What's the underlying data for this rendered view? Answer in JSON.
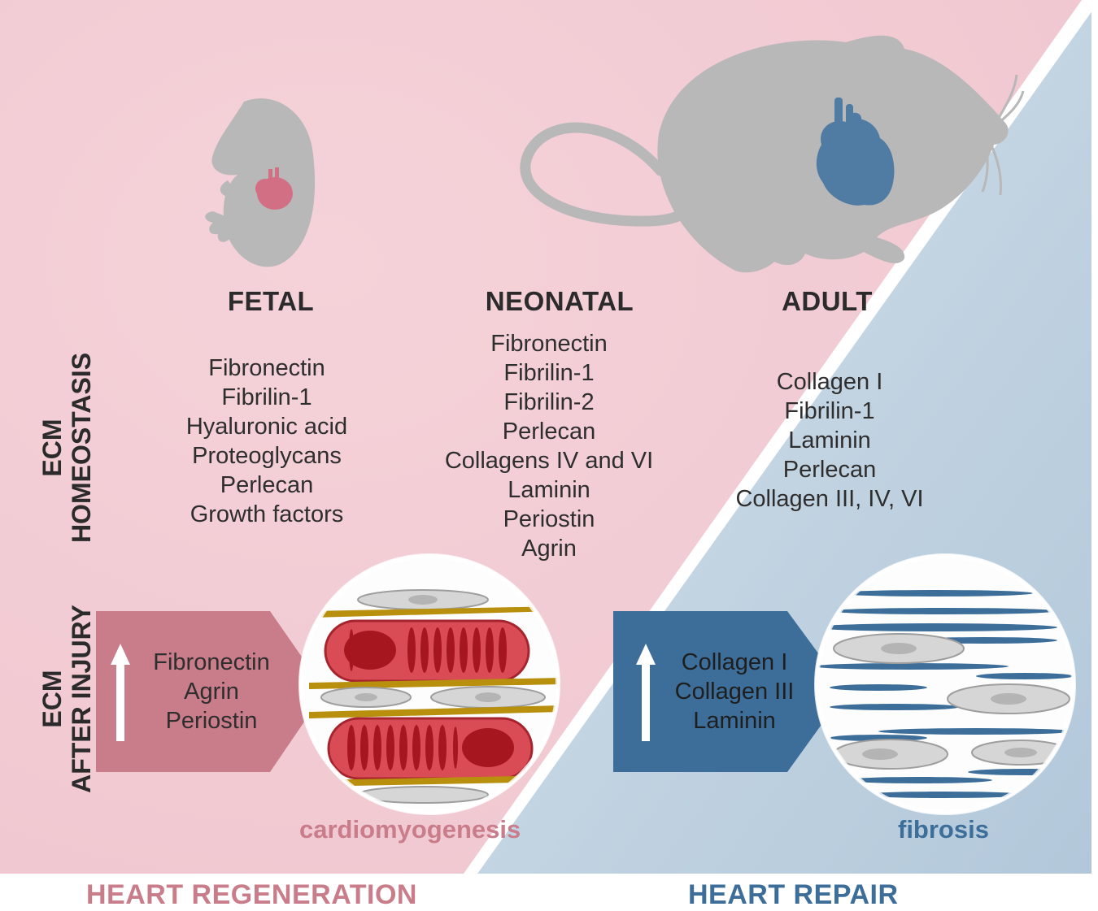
{
  "colors": {
    "regeneration_bg": "#f2ccd4",
    "repair_bg": "#b9cddc",
    "regeneration_accent": "#c97c89",
    "repair_accent": "#3d6e9a",
    "silhouette": "#b8b8b8",
    "text": "#2e2e2e"
  },
  "stages": [
    {
      "title": "FETAL",
      "markers": [
        "Fibronectin",
        "Fibrilin-1",
        "Hyaluronic acid",
        "Proteoglycans",
        "Perlecan",
        "Growth factors"
      ]
    },
    {
      "title": "NEONATAL",
      "markers": [
        "Fibronectin",
        "Fibrilin-1",
        "Fibrilin-2",
        "Perlecan",
        "Collagens IV and VI",
        "Laminin",
        "Periostin",
        "Agrin"
      ]
    },
    {
      "title": "ADULT",
      "markers": [
        "Collagen I",
        "Fibrilin-1",
        "Laminin",
        "Perlecan",
        "Collagen III, IV, VI"
      ]
    }
  ],
  "row_labels": {
    "homeostasis": [
      "ECM",
      "HOMEOSTASIS"
    ],
    "injury": [
      "ECM",
      "AFTER INJURY"
    ]
  },
  "injury": {
    "regeneration": {
      "items": [
        "Fibronectin",
        "Agrin",
        "Periostin"
      ],
      "outcome": "cardiomyogenesis",
      "arrow_icon": "up-arrow-icon"
    },
    "repair": {
      "items": [
        "Collagen I",
        "Collagen III",
        "Laminin"
      ],
      "outcome": "fibrosis",
      "arrow_icon": "up-arrow-icon"
    }
  },
  "footer": {
    "left": "HEART REGENERATION",
    "right": "HEART REPAIR"
  }
}
